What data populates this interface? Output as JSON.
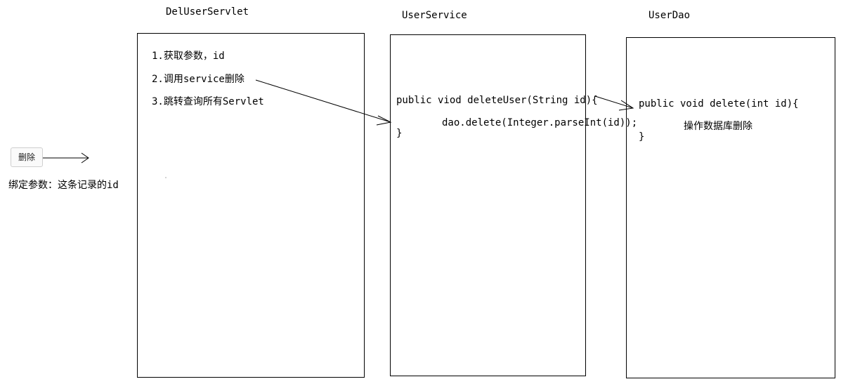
{
  "columns": {
    "servlet": {
      "title": "DelUserServlet",
      "steps": [
        "1.获取参数，id",
        "2.调用service删除",
        "3.跳转查询所有Servlet"
      ]
    },
    "service": {
      "title": "UserService",
      "code_signature": "public viod deleteUser(String id){",
      "code_body": "dao.delete(Integer.parseInt(id));",
      "code_close": "}"
    },
    "dao": {
      "title": "UserDao",
      "code_signature": "public void delete(int id){",
      "code_body": "操作数据库删除",
      "code_close": "}"
    }
  },
  "button": {
    "label": "删除",
    "caption": "绑定参数：这条记录的id"
  }
}
